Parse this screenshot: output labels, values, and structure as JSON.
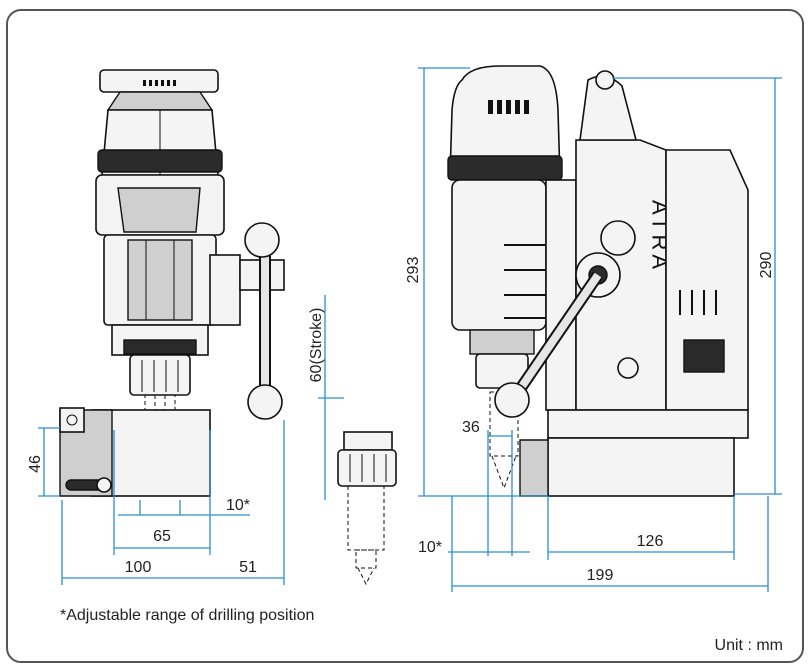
{
  "diagram": {
    "brand": "ATRA",
    "note": "*Adjustable range of drilling position",
    "unit": "Unit : mm",
    "dimensions": {
      "d46": "46",
      "d10_left": "10*",
      "d65": "65",
      "d100": "100",
      "d51": "51",
      "stroke": "60(Stroke)",
      "d36": "36",
      "d10_right": "10*",
      "d126": "126",
      "d199": "199",
      "d293": "293",
      "d290": "290"
    },
    "colors": {
      "dimension": "#2a8fd0",
      "frame": "#555555"
    }
  }
}
